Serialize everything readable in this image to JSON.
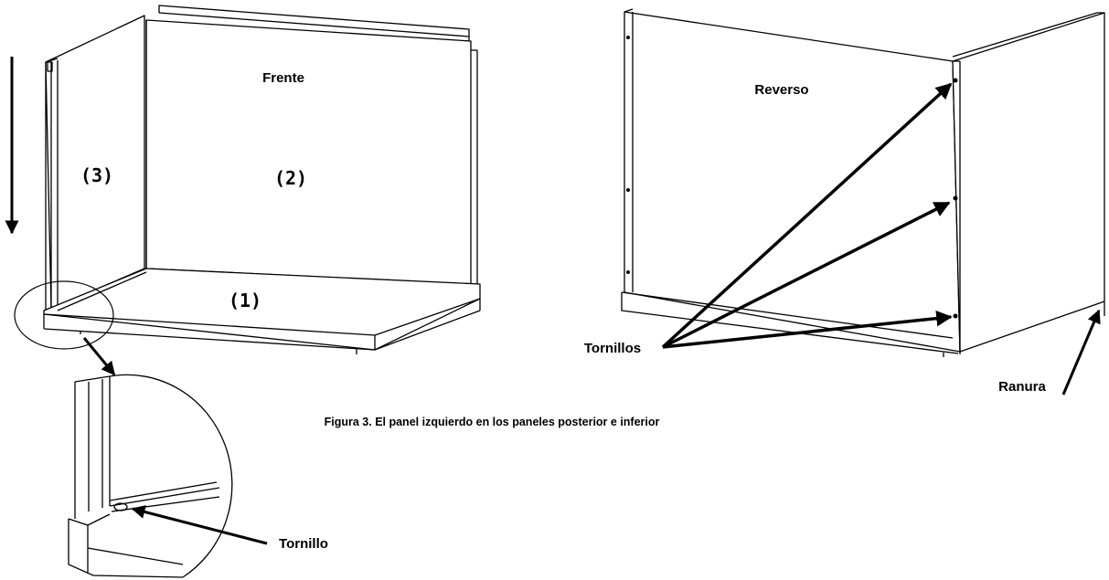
{
  "labels": {
    "frente": "Frente",
    "reverso": "Reverso",
    "part_3": "(3)",
    "part_2": "(2)",
    "part_1": "(1)",
    "tornillos": "Tornillos",
    "tornillo": "Tornillo",
    "ranura": "Ranura"
  },
  "caption": "Figura 3. El panel izquierdo en los paneles posterior e inferior"
}
